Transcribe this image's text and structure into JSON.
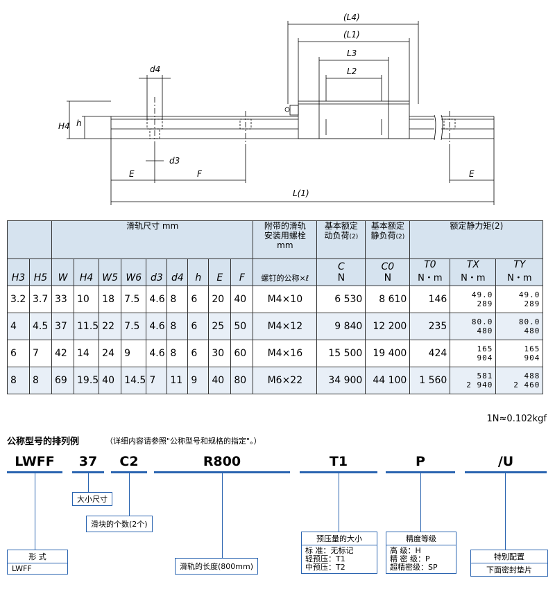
{
  "drawing": {
    "labels": {
      "L4": "(L4)",
      "L1": "(L1)",
      "L3": "L3",
      "L2": "L2",
      "d4": "d4",
      "H4": "H4",
      "h": "h",
      "d3": "d3",
      "E_left": "E",
      "F": "F",
      "E_right": "E",
      "L": "L(1)"
    }
  },
  "table": {
    "group_header_rail": "滑轨尺寸 mm",
    "group_header_bolt": [
      "附带的滑轨",
      "安装用螺栓",
      "mm"
    ],
    "group_header_bolt_sub": "螺钉的公称×ℓ",
    "group_header_C": [
      "基本额定",
      "动负荷",
      "(2)"
    ],
    "group_header_C0": [
      "基本额定",
      "静负荷",
      "(2)"
    ],
    "group_header_T": "额定静力矩(2)",
    "symbols": [
      "H3",
      "H5",
      "W",
      "H4",
      "W5",
      "W6",
      "d3",
      "d4",
      "h",
      "E",
      "F"
    ],
    "sym_C": "C",
    "sym_C0": "C0",
    "sym_T0": "T0",
    "sym_TX": "TX",
    "sym_TY": "TY",
    "unit_N": "N",
    "unit_Nm": "N・m",
    "rows": [
      {
        "H3": "3.2",
        "H5": "3.7",
        "W": "33",
        "H4": "10",
        "W5": "18",
        "W6": "7.5",
        "d3": "4.6",
        "d4": "8",
        "h": "6",
        "E": "20",
        "F": "40",
        "bolt": "M4×10",
        "C": "6 530",
        "C0": "8 610",
        "T0": "146",
        "TX1": "49.0",
        "TX2": "289",
        "TY1": "49.0",
        "TY2": "289"
      },
      {
        "H3": "4",
        "H5": "4.5",
        "W": "37",
        "H4": "11.5",
        "W5": "22",
        "W6": "7.5",
        "d3": "4.6",
        "d4": "8",
        "h": "6",
        "E": "25",
        "F": "50",
        "bolt": "M4×12",
        "C": "9 840",
        "C0": "12 200",
        "T0": "235",
        "TX1": "80.0",
        "TX2": "480",
        "TY1": "80.0",
        "TY2": "480"
      },
      {
        "H3": "6",
        "H5": "7",
        "W": "42",
        "H4": "14",
        "W5": "24",
        "W6": "9",
        "d3": "4.6",
        "d4": "8",
        "h": "6",
        "E": "30",
        "F": "60",
        "bolt": "M4×16",
        "C": "15 500",
        "C0": "19 400",
        "T0": "424",
        "TX1": "165",
        "TX2": "904",
        "TY1": "165",
        "TY2": "904"
      },
      {
        "H3": "8",
        "H5": "8",
        "W": "69",
        "H4": "19.5",
        "W5": "40",
        "W6": "14.5",
        "d3": "7",
        "d4": "11",
        "h": "9",
        "E": "40",
        "F": "80",
        "bolt": "M6×22",
        "C": "34 900",
        "C0": "44 100",
        "T0": "1 560",
        "TX1": "581",
        "TX2": "2 940",
        "TY1": "488",
        "TY2": "2 460"
      }
    ]
  },
  "unit_note": "1N≈0.102kgf",
  "example": {
    "title": "公称型号的排列例",
    "subtitle": "（详细内容请参照\"公称型号和规格的指定\"。）",
    "codes": [
      "LWFF",
      "37",
      "C2",
      "R800",
      "T1",
      "P",
      "/U"
    ],
    "size_label": "大小尺寸",
    "block_label": "滑块的个数(2个)",
    "form_head": "形 式",
    "form_value": "LWFF",
    "length_label": "滑轨的长度(800mm)",
    "preload_head": "预压量的大小",
    "preload_rows": [
      "标  准：无标记",
      "轻预压：T1",
      "中预压：T2"
    ],
    "precision_head": "精度等级",
    "precision_rows": [
      "高    级：H",
      "精 密 级：P",
      "超精密级：SP"
    ],
    "special_head": "特别配置",
    "special_value": "下面密封垫片"
  }
}
